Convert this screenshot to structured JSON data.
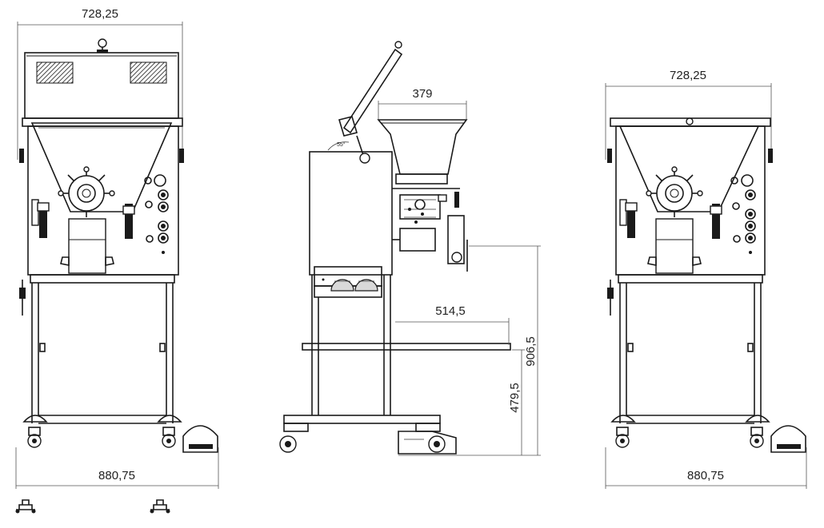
{
  "drawing": {
    "front_view": {
      "width_label": "728,25",
      "depth_label": "880,75"
    },
    "side_view": {
      "hopper_width_label": "379",
      "tray_length_label": "514,5",
      "total_height_label": "906,5",
      "tray_height_label": "479,5",
      "angle_label": "55°"
    },
    "rear_view": {
      "width_label": "728,25",
      "depth_label": "880,75"
    }
  }
}
